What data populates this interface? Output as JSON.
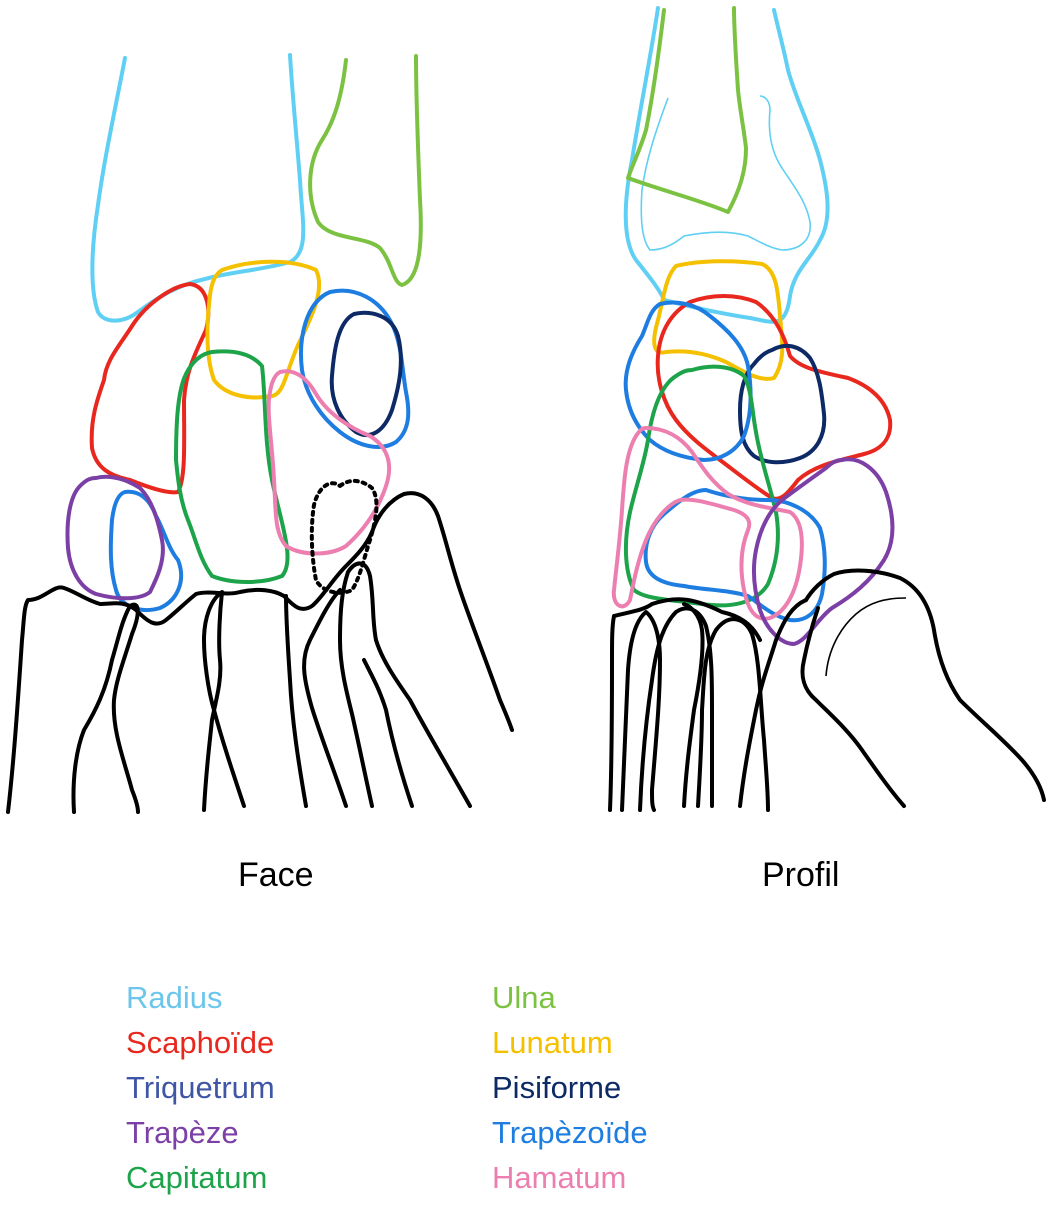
{
  "views": {
    "face": "Face",
    "profil": "Profil"
  },
  "legend": {
    "radius": {
      "label": "Radius",
      "color": "#6cc6ec"
    },
    "scaphoide": {
      "label": "Scaphoïde",
      "color": "#e8281e"
    },
    "triquetrum": {
      "label": "Triquetrum",
      "color": "#3f56a5"
    },
    "trapeze": {
      "label": "Trapèze",
      "color": "#7b3fa5"
    },
    "capitatum": {
      "label": "Capitatum",
      "color": "#1da34a"
    },
    "ulna": {
      "label": "Ulna",
      "color": "#7cc242"
    },
    "lunatum": {
      "label": "Lunatum",
      "color": "#f5c000"
    },
    "pisiforme": {
      "label": "Pisiforme",
      "color": "#0d2a66"
    },
    "trapezoide": {
      "label": "Trapèzoïde",
      "color": "#1e7de0"
    },
    "hamatum": {
      "label": "Hamatum",
      "color": "#ec7fb0"
    }
  },
  "colors": {
    "radius": "#5fd0f3",
    "ulna": "#7cc242",
    "scaphoide": "#e8281e",
    "lunatum": "#f5c000",
    "capitatum": "#1da34a",
    "trapezoide": "#1e7de0",
    "triquetrum_outline": "#1e7de0",
    "pisiforme": "#0d2a66",
    "hamatum": "#ec7fb0",
    "trapeze": "#7b3fa5",
    "metacarpals": "#000000"
  }
}
